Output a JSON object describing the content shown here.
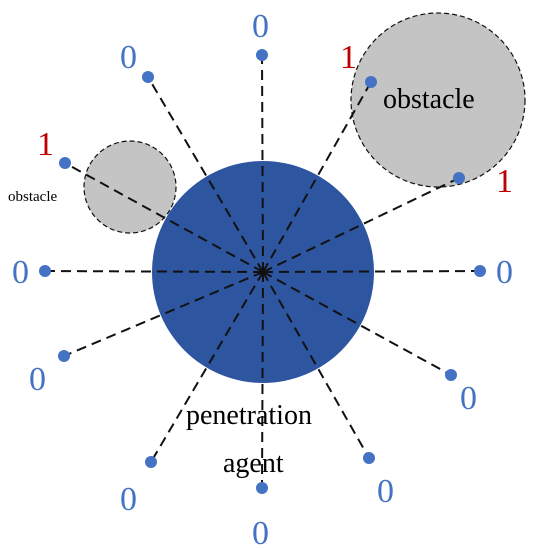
{
  "diagram": {
    "agent_label_line1": "penetration",
    "agent_label_line2": "agent",
    "obstacle_large_label": "obstacle",
    "obstacle_small_label": "obstacle",
    "colors": {
      "agent": "#2e56a0",
      "obstacle": "#c4c4c4",
      "sensor": "#4472c4",
      "value_zero": "#4472c4",
      "value_one": "#c00000"
    },
    "rays": [
      {
        "id": "n",
        "value": "0"
      },
      {
        "id": "nne",
        "value": "1"
      },
      {
        "id": "ene",
        "value": "1"
      },
      {
        "id": "e",
        "value": "0"
      },
      {
        "id": "ese",
        "value": "0"
      },
      {
        "id": "sse",
        "value": "0"
      },
      {
        "id": "s",
        "value": "0"
      },
      {
        "id": "ssw",
        "value": "0"
      },
      {
        "id": "wsw",
        "value": "0"
      },
      {
        "id": "w",
        "value": "0"
      },
      {
        "id": "wnw",
        "value": "1"
      },
      {
        "id": "nnw",
        "value": "0"
      }
    ]
  }
}
